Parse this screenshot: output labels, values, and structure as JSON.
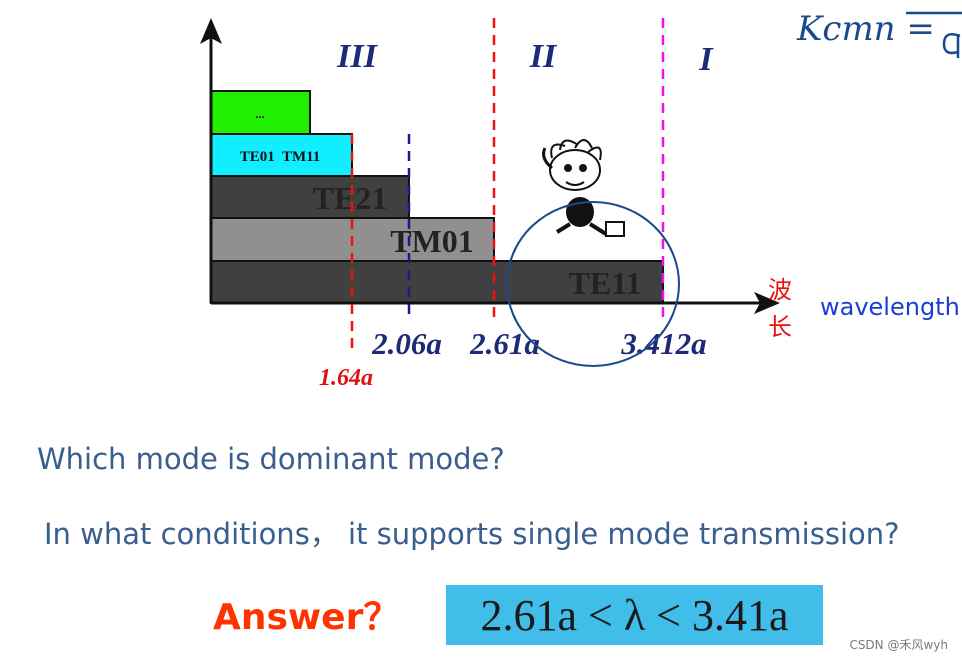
{
  "regions": {
    "region_3": "III",
    "region_2": "II",
    "region_1": "I"
  },
  "modes": {
    "higher": "...",
    "te01_tm11": "TE01  TM11",
    "te21": "TE21",
    "tm01": "TM01",
    "te11": "TE11"
  },
  "cutoffs": {
    "c1": "1.64a",
    "c2": "2.06a",
    "c3": "2.61a",
    "c4": "3.412a"
  },
  "axis": {
    "label_zh_1": "波",
    "label_zh_2": "长",
    "label_en": "wavelength"
  },
  "handwritten_formula": "Kcmn =",
  "questions": {
    "q1": "Which mode is dominant mode?",
    "q2": "In what conditions，  it supports single mode transmission?"
  },
  "answer": {
    "label": "Answer？",
    "formula": "2.61a < λ < 3.41a"
  },
  "watermark": "CSDN @禾风wyh",
  "colors": {
    "green_bar": "#22ee00",
    "cyan_bar": "#11eeff",
    "dark_bar": "#404040",
    "gray_bar": "#909090",
    "red_dash": "#ee1111",
    "navy_dash": "#1a1a8a",
    "magenta_dash": "#ee11ee",
    "label_navy": "#1c2a78",
    "label_red": "#dd1111",
    "handwriting_blue": "#1a4a8a",
    "answer_bg": "#41bde9",
    "answer_red": "#ff3300"
  }
}
